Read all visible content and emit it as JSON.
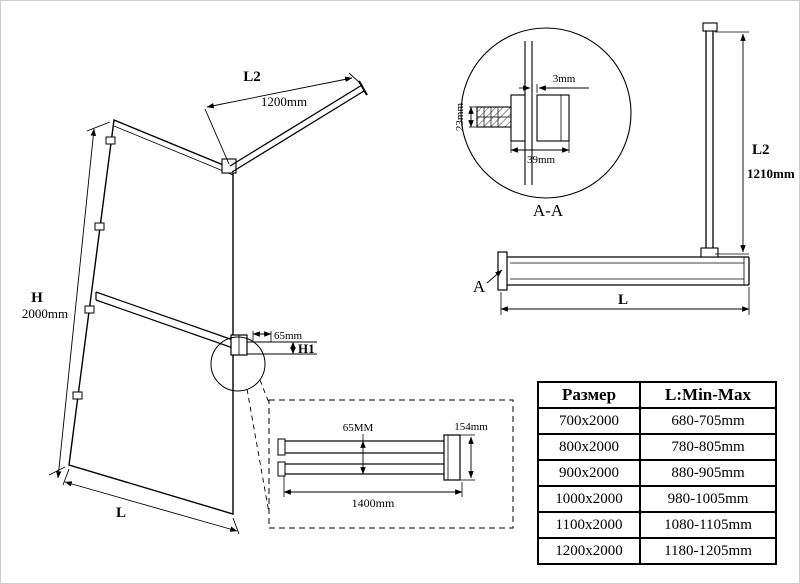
{
  "iso": {
    "l2_label": "L2",
    "l2_dim": "1200mm",
    "h_label": "H",
    "h_dim": "2000mm",
    "l_label": "L",
    "bar_dim": "65mm",
    "h1_label": "H1"
  },
  "section": {
    "dim_gap": "3mm",
    "dim_height": "23mm",
    "dim_width": "39mm",
    "label": "A-A"
  },
  "front": {
    "l2_label": "L2",
    "l2_dim": "1210mm",
    "a_label": "A",
    "l_label": "L"
  },
  "detail": {
    "dim_height": "65MM",
    "dim_bracket": "154mm",
    "dim_length": "1400mm"
  },
  "table": {
    "headers": {
      "size": "Размер",
      "range": "L:Min-Max"
    },
    "rows": [
      {
        "size": "700x2000",
        "range": "680-705mm"
      },
      {
        "size": "800x2000",
        "range": "780-805mm"
      },
      {
        "size": "900x2000",
        "range": "880-905mm"
      },
      {
        "size": "1000x2000",
        "range": "980-1005mm"
      },
      {
        "size": "1100x2000",
        "range": "1080-1105mm"
      },
      {
        "size": "1200x2000",
        "range": "1180-1205mm"
      }
    ]
  }
}
